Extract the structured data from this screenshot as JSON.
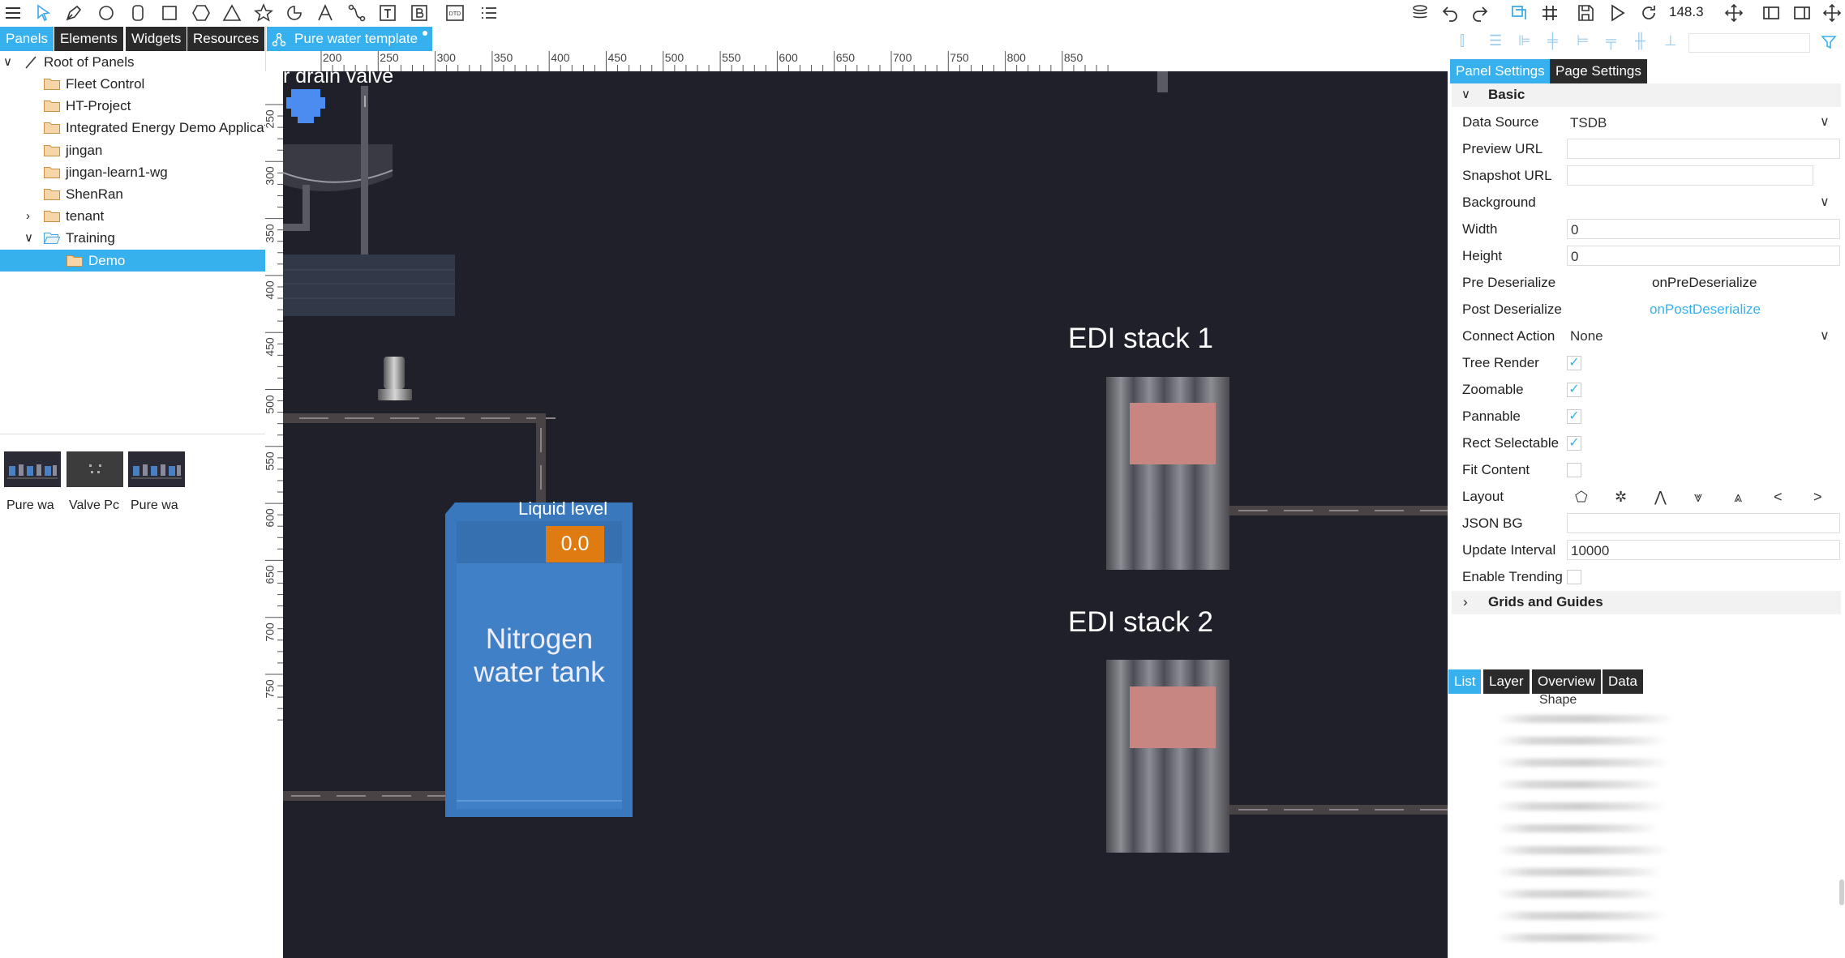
{
  "toolbar": {
    "zoom": "148.3"
  },
  "left_tabs": [
    "Panels",
    "Elements",
    "Widgets",
    "Resources"
  ],
  "doc_tab": "Pure water template",
  "tree": {
    "root": "Root of Panels",
    "items": [
      "Fleet Control",
      "HT-Project",
      "Integrated Energy Demo Applicati",
      "jingan",
      "jingan-learn1-wg",
      "ShenRan",
      "tenant",
      "Training"
    ],
    "selected": "Demo"
  },
  "thumbnails": [
    "Pure wa",
    "Valve Pc",
    "Pure wa"
  ],
  "ruler": {
    "h_labels": [
      "200",
      "250",
      "300",
      "350",
      "400",
      "450",
      "500",
      "550",
      "600",
      "650",
      "700",
      "750",
      "800",
      "850"
    ],
    "v_labels": [
      "250",
      "300",
      "350",
      "400",
      "450",
      "500",
      "550",
      "600",
      "650",
      "700",
      "750"
    ]
  },
  "canvas": {
    "drain_label": "r drain valve",
    "liquid_level_label": "Liquid level",
    "liquid_level_value": "0.0",
    "tank_line1": "Nitrogen",
    "tank_line2": "water tank",
    "edi1": "EDI stack 1",
    "edi2": "EDI stack 2"
  },
  "right_tabs": [
    "Panel Settings",
    "Page Settings"
  ],
  "basic_section": "Basic",
  "props": {
    "data_source_label": "Data Source",
    "data_source_value": "TSDB",
    "preview_url_label": "Preview URL",
    "snapshot_url_label": "Snapshot URL",
    "background_label": "Background",
    "width_label": "Width",
    "width_value": "0",
    "height_label": "Height",
    "height_value": "0",
    "pre_deserialize_label": "Pre Deserialize",
    "pre_deserialize_value": "onPreDeserialize",
    "post_deserialize_label": "Post Deserialize",
    "post_deserialize_value": "onPostDeserialize",
    "connect_action_label": "Connect Action",
    "connect_action_value": "None",
    "tree_render_label": "Tree Render",
    "zoomable_label": "Zoomable",
    "pannable_label": "Pannable",
    "rect_selectable_label": "Rect Selectable",
    "fit_content_label": "Fit Content",
    "layout_label": "Layout",
    "json_bg_label": "JSON BG",
    "update_interval_label": "Update Interval",
    "update_interval_value": "10000",
    "enable_trending_label": "Enable Trending"
  },
  "grids_section": "Grids and Guides",
  "bottom_tabs": [
    "List",
    "Layer",
    "Overview",
    "Data"
  ],
  "list_header": "Shape",
  "colors": {
    "accent": "#36b1ee",
    "canvas": "#20202a",
    "tank": "#3a78bd",
    "level_badge": "#e07b12"
  }
}
